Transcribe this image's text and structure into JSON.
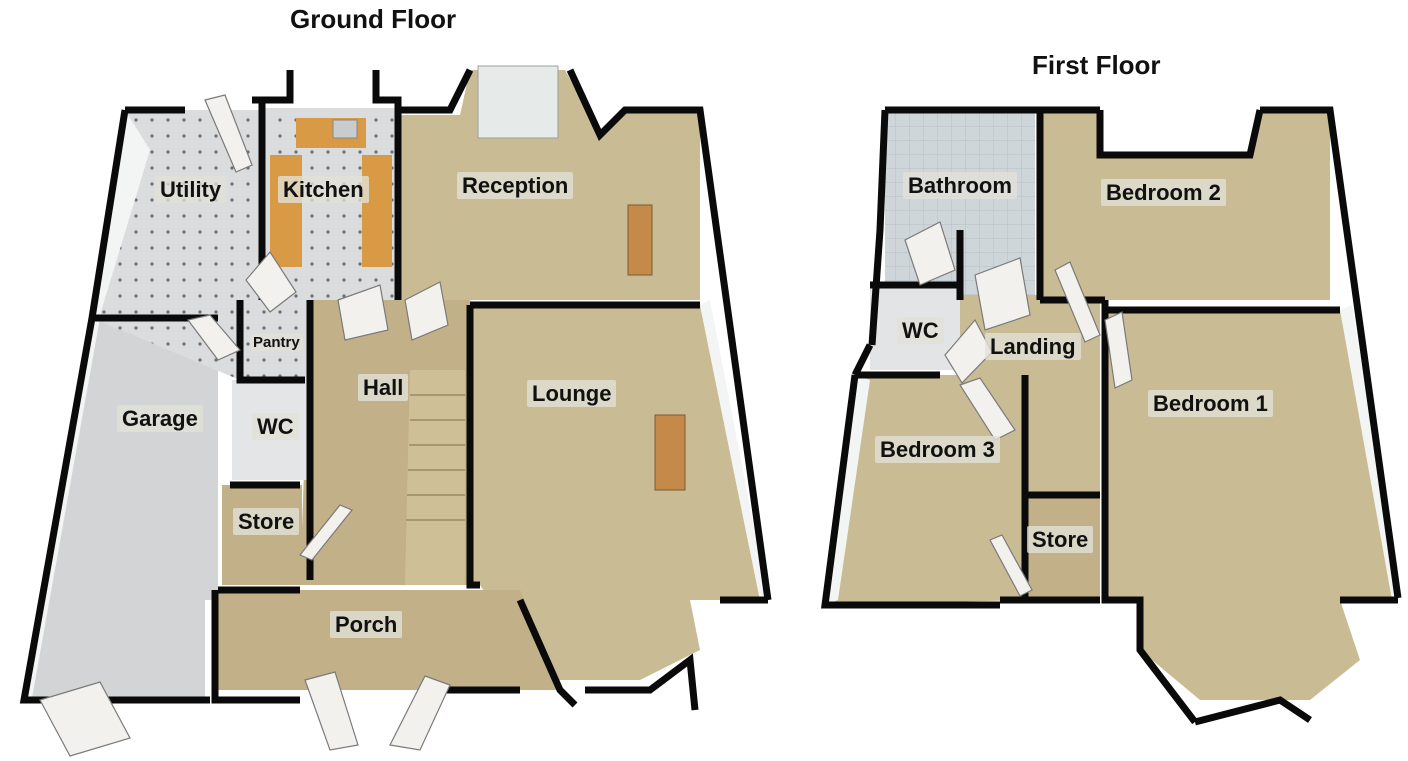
{
  "floors": {
    "ground": {
      "title": "Ground Floor",
      "rooms": {
        "utility": "Utility",
        "kitchen": "Kitchen",
        "reception": "Reception",
        "pantry": "Pantry",
        "hall": "Hall",
        "lounge": "Lounge",
        "garage": "Garage",
        "wc": "WC",
        "store": "Store",
        "porch": "Porch"
      }
    },
    "first": {
      "title": "First Floor",
      "rooms": {
        "bathroom": "Bathroom",
        "bedroom2": "Bedroom 2",
        "wc": "WC",
        "landing": "Landing",
        "bedroom1": "Bedroom 1",
        "bedroom3": "Bedroom 3",
        "store": "Store"
      }
    }
  },
  "colors": {
    "carpet": "#c9bb93",
    "tile": "#d9dbdc",
    "garage_floor": "#d2d3d5",
    "wall": "#0a0a0a",
    "wall_face": "#f4f6f5",
    "worktop": "#d99a45"
  }
}
